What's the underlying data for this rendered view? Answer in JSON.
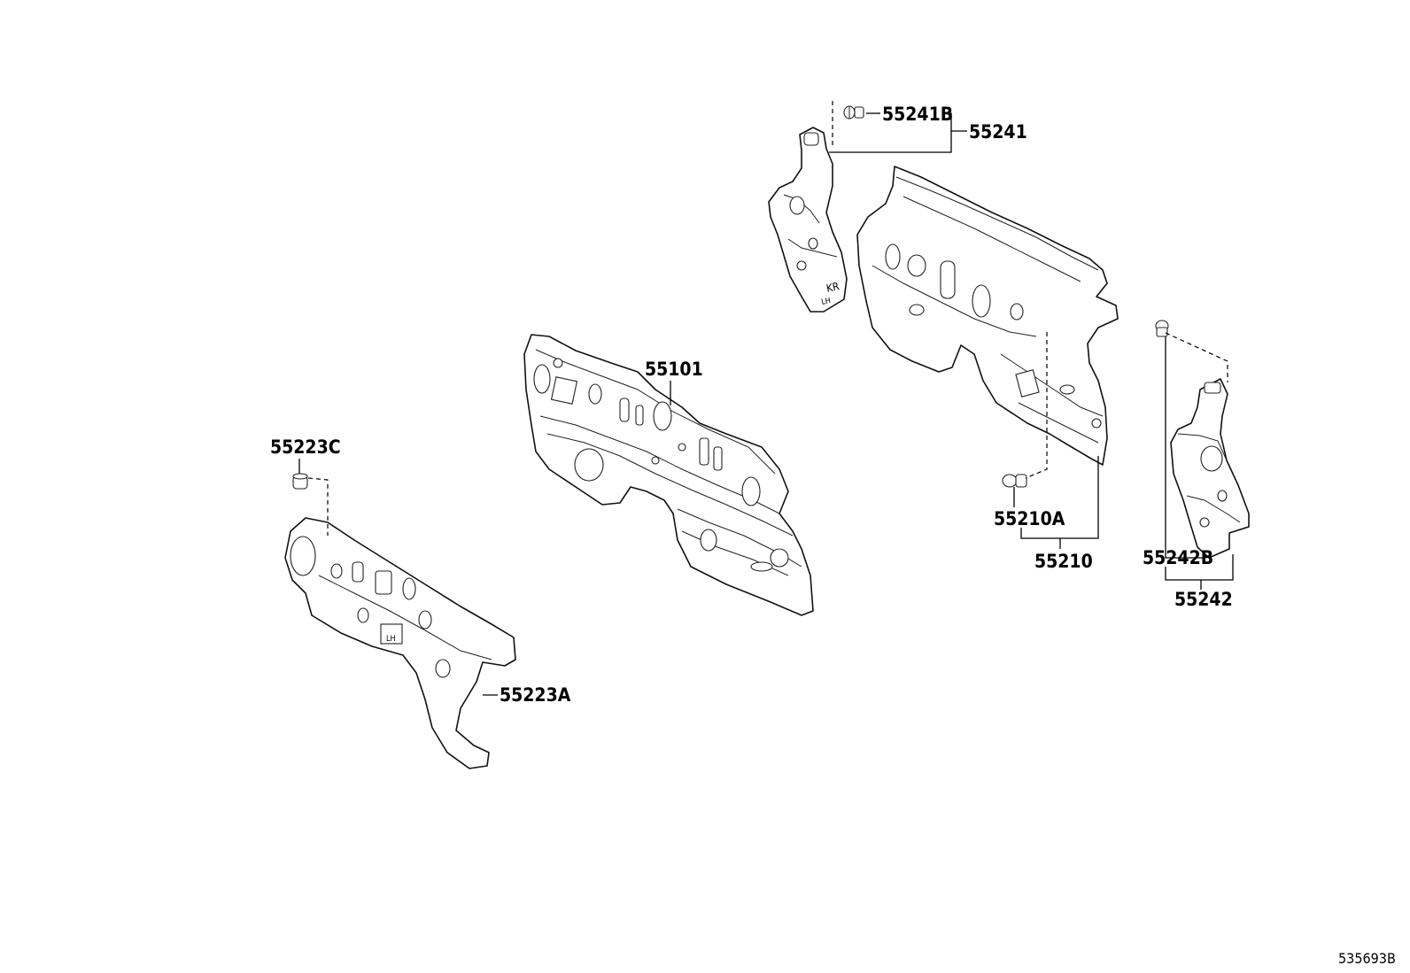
{
  "diagram": {
    "part_labels": {
      "p55241B": "55241B",
      "p55241": "55241",
      "p55101": "55101",
      "p55223C": "55223C",
      "p55223A": "55223A",
      "p55210A": "55210A",
      "p55210": "55210",
      "p55242B": "55242B",
      "p55242": "55242"
    },
    "stamp_text": {
      "kr": "KR",
      "lhd_1": "LH",
      "lhd_2": "LH"
    },
    "diagram_id": "535693B"
  }
}
